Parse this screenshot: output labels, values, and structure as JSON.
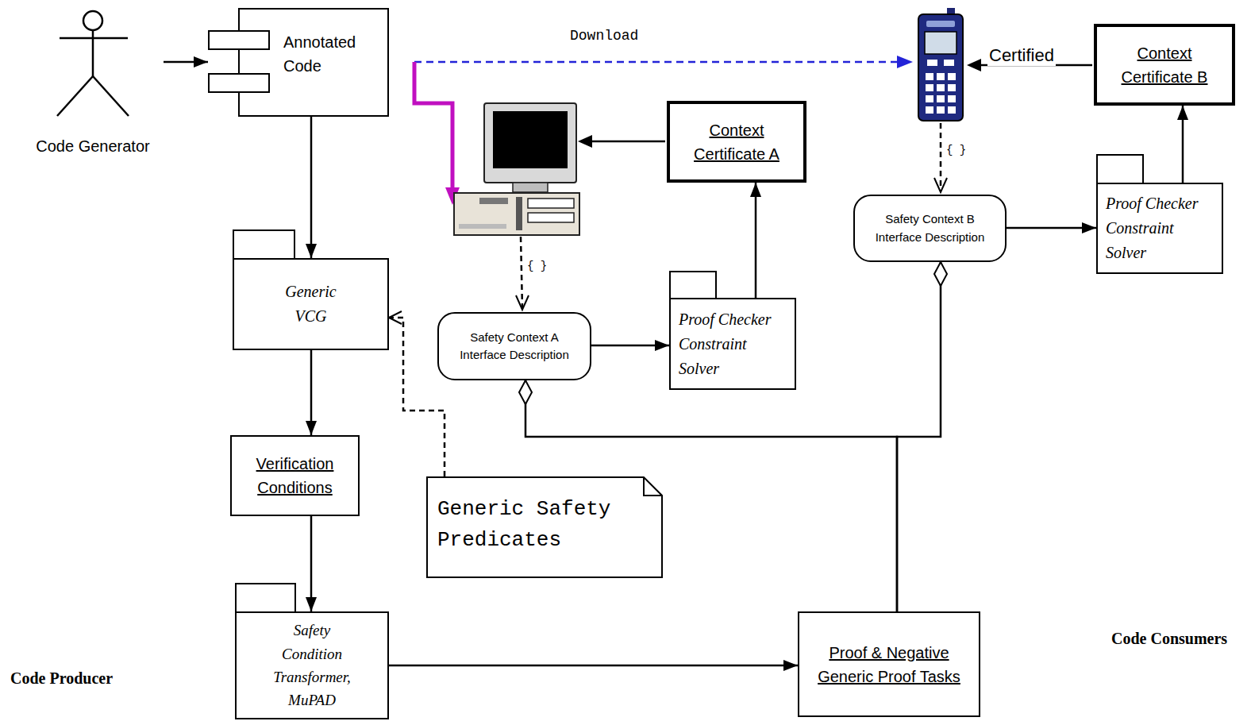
{
  "diagram": {
    "nodes": [
      {
        "text": [
          "Code Generator"
        ]
      },
      {
        "text": [
          "Annotated Code"
        ]
      },
      {
        "text": [
          "Context Certificate B"
        ]
      },
      {
        "text": [
          "Context Certificate A"
        ]
      },
      {
        "text": [
          "Safety Context B Interface Description"
        ]
      },
      {
        "text": [
          "Generic VCG"
        ]
      },
      {
        "text": [
          "Proof Checker Constraint Solver"
        ]
      },
      {
        "text": [
          "Safety Context A Interface Description"
        ]
      },
      {
        "text": [
          "Proof Checker Constraint Solver"
        ]
      },
      {
        "text": [
          "Verification Conditions"
        ]
      },
      {
        "text": [
          "Generic Safety Predicates"
        ]
      },
      {
        "text": [
          "Safety Condition Transformer, MuPAD"
        ]
      },
      {
        "text": [
          "Proof & Negative Generic Proof Tasks"
        ]
      }
    ],
    "edges": [
      {
        "from": 0,
        "to": 1,
        "arrow": "to"
      },
      {
        "from": 1,
        "to": 5,
        "arrow": "to"
      },
      {
        "from": 5,
        "to": 9,
        "arrow": "to"
      },
      {
        "from": 9,
        "to": 11,
        "arrow": "to"
      },
      {
        "from": 11,
        "to": 12,
        "arrow": "to"
      },
      {
        "from": 10,
        "to": 5,
        "arrow": "to"
      },
      {
        "from": 7,
        "to": 8,
        "arrow": "to"
      },
      {
        "from": 8,
        "to": 3,
        "arrow": "to"
      },
      {
        "from": 4,
        "to": 6,
        "arrow": "to"
      },
      {
        "from": 6,
        "to": 2,
        "arrow": "to"
      },
      {
        "from": 12,
        "to": 7,
        "arrow": "to"
      },
      {
        "from": 12,
        "to": 4,
        "arrow": "to"
      }
    ],
    "labels": [
      "Download",
      "Certified",
      "{ }",
      "{ }",
      "Code Producer",
      "Code Consumers"
    ]
  }
}
